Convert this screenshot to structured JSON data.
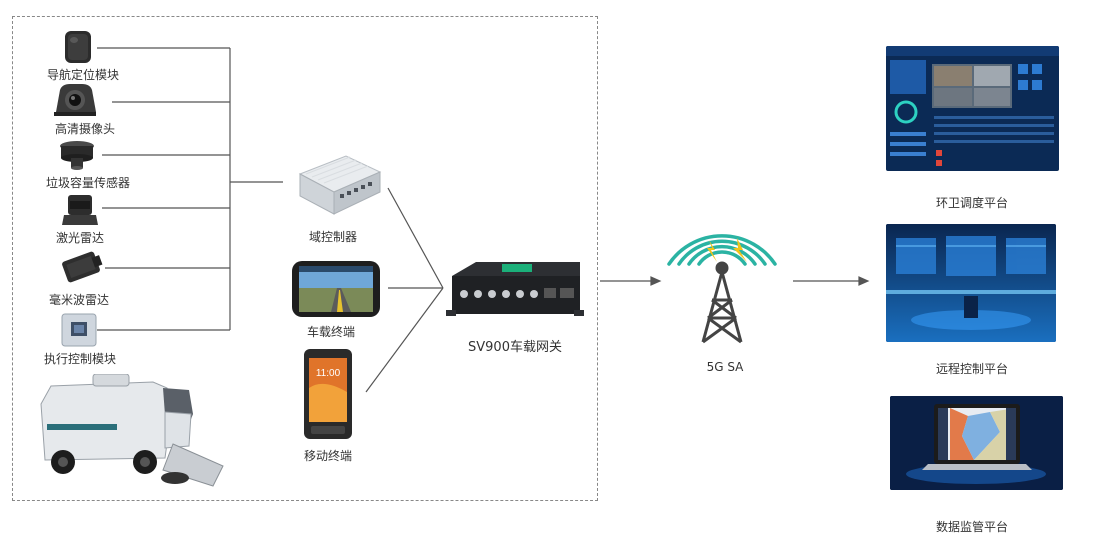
{
  "sensors": [
    {
      "label": "导航定位模块",
      "icon": "gps-module-icon"
    },
    {
      "label": "高清摄像头",
      "icon": "camera-icon"
    },
    {
      "label": "垃圾容量传感器",
      "icon": "capacity-sensor-icon"
    },
    {
      "label": "激光雷达",
      "icon": "lidar-icon"
    },
    {
      "label": "毫米波雷达",
      "icon": "mmwave-radar-icon"
    },
    {
      "label": "执行控制模块",
      "icon": "control-module-icon"
    }
  ],
  "terminals": [
    {
      "label": "域控制器",
      "icon": "domain-controller-icon"
    },
    {
      "label": "车载终端",
      "icon": "vehicle-terminal-icon"
    },
    {
      "label": "移动终端",
      "icon": "mobile-terminal-icon"
    }
  ],
  "gateway": {
    "label": "SV900车载网关"
  },
  "network": {
    "label": "5G SA"
  },
  "platforms": [
    {
      "label": "环卫调度平台"
    },
    {
      "label": "远程控制平台"
    },
    {
      "label": "数据监管平台"
    }
  ],
  "colors": {
    "tower_arc": "#2bb3a3",
    "tower_flash": "#f2c318",
    "screen_dark": "#0b2a55",
    "line": "#555555"
  }
}
